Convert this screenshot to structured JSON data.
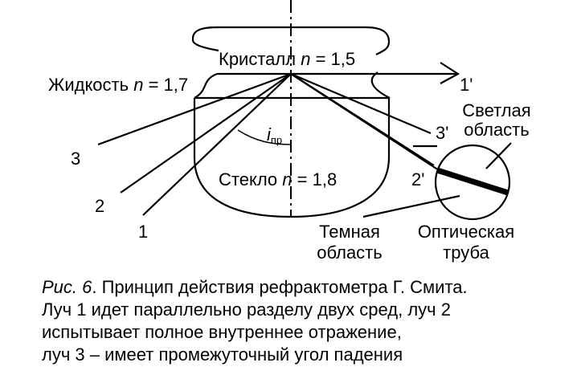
{
  "diagram": {
    "crystal": {
      "label": "Кристалл",
      "var": "n",
      "eq": "= 1,5"
    },
    "liquid": {
      "label": "Жидкость",
      "var": "n",
      "eq": "= 1,7"
    },
    "glass": {
      "label": "Стекло",
      "var": "n",
      "eq": "= 1,8"
    },
    "angle": {
      "symbol": "i",
      "sub": "пр"
    },
    "rays": {
      "r1": "1",
      "r2": "2",
      "r3": "3",
      "r1p": "1'",
      "r2p": "2'",
      "r3p": "3'"
    },
    "light_region": {
      "line1": "Светлая",
      "line2": "область"
    },
    "dark_region": {
      "line1": "Темная",
      "line2": "область"
    },
    "telescope": {
      "line1": "Оптическая",
      "line2": "труба"
    }
  },
  "caption": {
    "fig": "Рис. 6",
    "title": ". Принцип действия рефрактометра Г. Смита.",
    "line2": "Луч 1 идет параллельно разделу двух сред, луч 2",
    "line3": "испытывает полное внутреннее отражение,",
    "line4": "луч 3 – имеет промежуточный угол падения"
  }
}
